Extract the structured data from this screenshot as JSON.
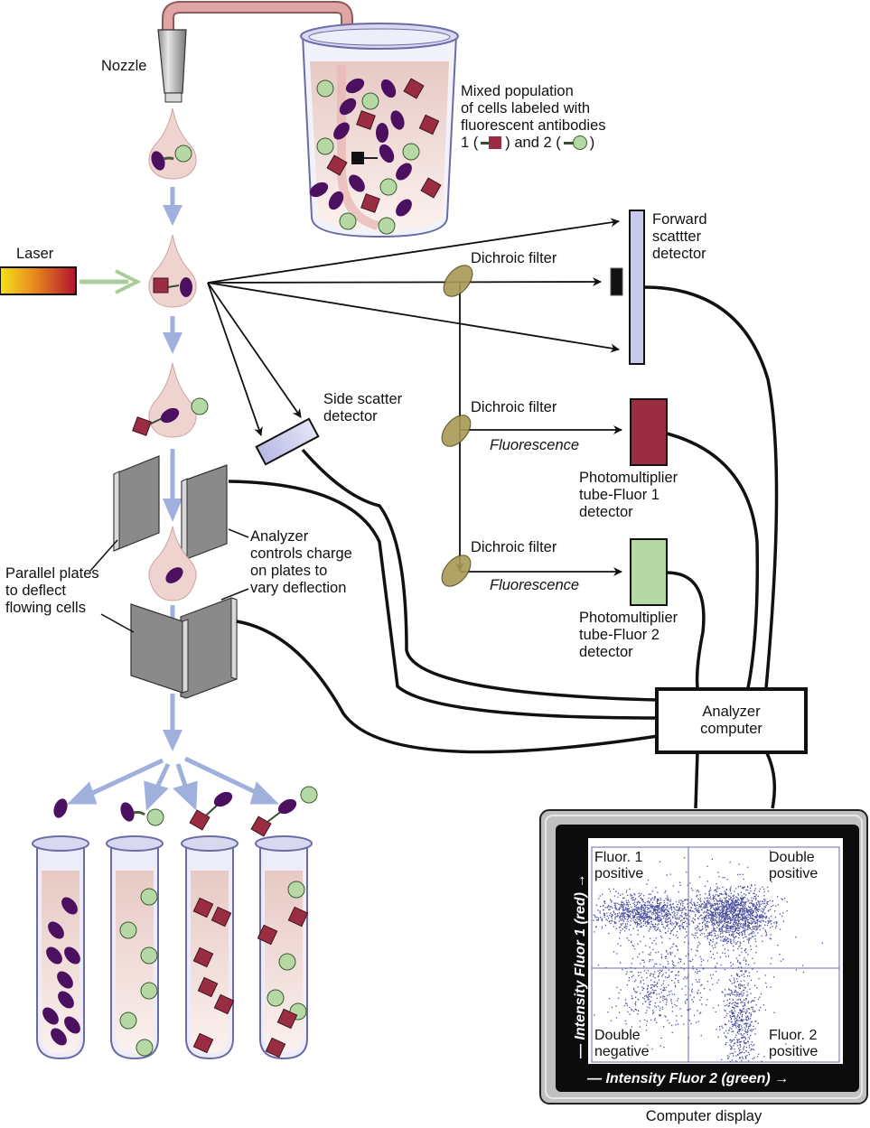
{
  "labels": {
    "nozzle": "Nozzle",
    "mixed_population": "Mixed population\nof cells labeled with\nfluorescent antibodies",
    "antibody_legend_prefix": "1 (",
    "antibody_legend_mid": ") and 2 (",
    "antibody_legend_suffix": ")",
    "laser": "Laser",
    "dichroic_filter_1": "Dichroic filter",
    "dichroic_filter_2": "Dichroic filter",
    "dichroic_filter_3": "Dichroic filter",
    "forward_scatter": "Forward\nscattter\ndetector",
    "side_scatter": "Side scatter\ndetector",
    "fluorescence_1": "Fluorescence",
    "fluorescence_2": "Fluorescence",
    "pmt_fluor1": "Photomultiplier\ntube-Fluor 1\ndetector",
    "pmt_fluor2": "Photomultiplier\ntube-Fluor 2\ndetector",
    "parallel_plates": "Parallel plates\nto deflect\nflowing cells",
    "analyzer_controls": "Analyzer\ncontrols charge\non plates to\nvary deflection",
    "analyzer_computer": "Analyzer\ncomputer",
    "computer_display": "Computer display"
  },
  "plot": {
    "y_axis": "— Intensity Fluor 1 (red) →",
    "x_axis": "— Intensity Fluor 2 (green) →",
    "quadrants": {
      "top_left": "Fluor. 1\npositive",
      "top_right": "Double\npositive",
      "bottom_left": "Double\nnegative",
      "bottom_right": "Fluor. 2\npositive"
    },
    "point_color": "#4a4f9e"
  },
  "colors": {
    "fluor1_red": "#9b2d42",
    "fluor2_green": "#b5d8a5",
    "cell_purple": "#4b1060",
    "detector_lavender": "#c9c9ec",
    "filter_olive": "#a89a55",
    "flow_arrow": "#9fb0dc",
    "laser_arrow": "#a8cc9a",
    "droplet": "#efd3cf",
    "plate_gray": "#8a8a8a"
  }
}
